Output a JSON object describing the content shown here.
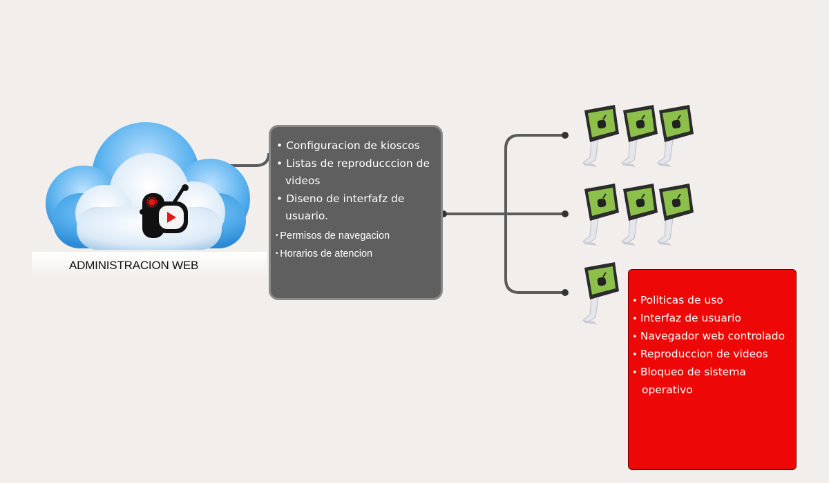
{
  "cloud": {
    "label": "ADMINISTRACION WEB",
    "logo_icon": "robot-play-icon",
    "colors": {
      "cloud_dark": "#3aa0e8",
      "cloud_light": "#e4f0fb",
      "logo_black": "#111111",
      "logo_red": "#e01818"
    }
  },
  "admin_panel": {
    "items": [
      "Configuracion de kioscos",
      "Listas de reproducccion de videos",
      "Diseno de interfafz de usuario."
    ],
    "sub_items": [
      "Permisos de navegacion",
      "Horarios de atencion"
    ],
    "colors": {
      "background": "#5f5f5f",
      "border": "#8a8a8a"
    }
  },
  "kiosk_rows": [
    {
      "kiosks": 3
    },
    {
      "kiosks": 3
    },
    {
      "kiosks": 1
    }
  ],
  "kiosk_colors": {
    "screen": "#8dc04a",
    "frame": "#2b2b2b",
    "stand": "#e4e6ec"
  },
  "feature_panel": {
    "items": [
      "Politicas de uso",
      "Interfaz de usuario",
      "Navegador web controlado",
      "Reproduccion de videos",
      "Bloqueo de sistema operativo"
    ],
    "colors": {
      "background": "#ee0707"
    }
  },
  "wire_color": "#5a5a5a"
}
